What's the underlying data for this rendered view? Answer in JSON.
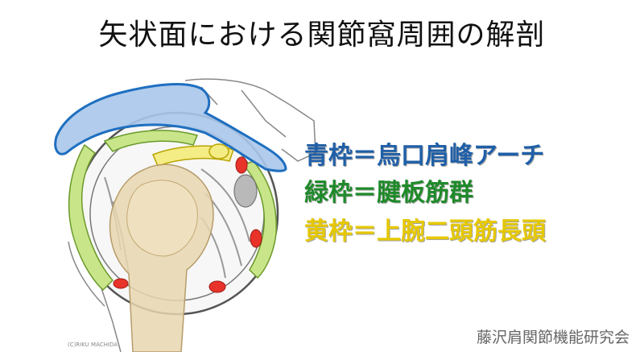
{
  "title": "矢状面における関節窩周囲の解剖",
  "legend": [
    {
      "text": "青枠＝烏口肩峰アーチ",
      "color": "#1f5fa8"
    },
    {
      "text": "緑枠＝腱板筋群",
      "color": "#1f8a2a"
    },
    {
      "text": "黄枠＝上腕二頭筋長頭",
      "color": "#e6c800"
    }
  ],
  "footer": "藤沢肩関節機能研究会",
  "credit": "(C)RIKU MACHIDA",
  "colors": {
    "blue_fill": "#a9c7ea",
    "blue_stroke": "#1e6fc0",
    "green_fill": "#c9e58a",
    "yellow_fill": "#f4ec85",
    "red": "#e8332a",
    "bone": "#e8d7b0"
  }
}
